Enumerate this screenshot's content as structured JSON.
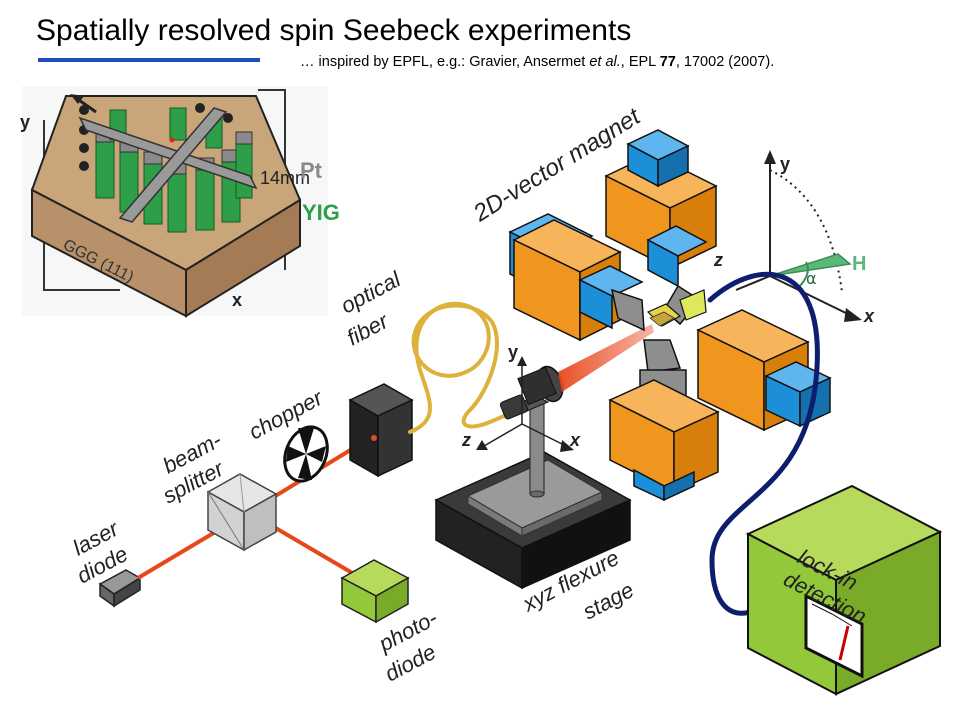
{
  "title": "Spatially resolved spin Seebeck experiments",
  "subtitle": {
    "prefix": "… inspired by EPFL, e.g.: Gravier, Ansermet ",
    "etal": "et al.",
    "middle": ", EPL ",
    "volume": "77",
    "suffix": ", 17002 (2007)."
  },
  "inset": {
    "axis_y": "y",
    "axis_x": "x",
    "substrate_label": "GGG (111)",
    "size_label": "14mm",
    "pt_label": "Pt",
    "yig_label": "YIG"
  },
  "labels": {
    "magnet": "2D-vector magnet",
    "optical": "optical",
    "fiber": "fiber",
    "chopper": "chopper",
    "beam": "beam-",
    "splitter": "splitter",
    "laser": "laser",
    "diode": "diode",
    "photo": "photo-",
    "photodiode2": "diode",
    "stage1": "xyz flexure",
    "stage2": "stage",
    "lockin1": "lock-in",
    "lockin2": "detection"
  },
  "axes": {
    "stage_y": "y",
    "stage_z": "z",
    "stage_x": "x",
    "frame_y": "y",
    "frame_z": "z",
    "frame_x": "x",
    "field": "H",
    "angle": "α"
  },
  "colors": {
    "accent_blue": "#1f4fbf",
    "magnet_orange": "#f0961e",
    "magnet_blue": "#1d8fd8",
    "pt_gray": "#8a8a8a",
    "yig_green": "#2e9e48",
    "substrate": "#c9a57a",
    "beam_red": "#e8471c",
    "fiber_gold": "#dcb23a",
    "lockin_green": "#93c83a",
    "cable_navy": "#0d1e6e",
    "field_green": "#5cb87a"
  }
}
